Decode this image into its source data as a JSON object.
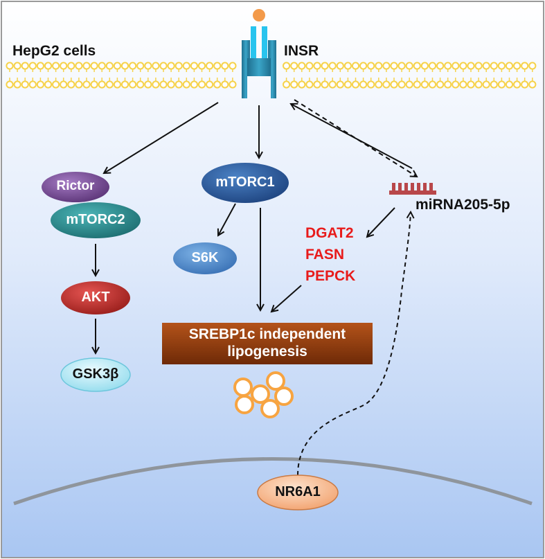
{
  "diagram": {
    "cell_label": "HepG2 cells",
    "receptor_label": "INSR",
    "nodes": {
      "rictor": "Rictor",
      "mtorc2": "mTORC2",
      "akt": "AKT",
      "gsk3b": "GSK3β",
      "mtorc1": "mTORC1",
      "s6k": "S6K",
      "mirna": "miRNA205-5p",
      "nr6a1": "NR6A1"
    },
    "lipogenic_genes": [
      "DGAT2",
      "FASN",
      "PEPCK"
    ],
    "lipogenesis_box": {
      "line1": "SREBP1c independent",
      "line2": "lipogenesis"
    }
  },
  "colors": {
    "background_top": "#ffffff",
    "background_bottom": "#a9c6f2",
    "membrane": "#f6d24a",
    "receptor": "#2e87a8",
    "receptor_inner": "#29c4ee",
    "ligand": "#f39a4a",
    "rictor": "#7b4c9a",
    "mtorc2": "#2a8f91",
    "akt": "#c0302c",
    "gsk3b": "#c4eef8",
    "mtorc1": "#2d5d9f",
    "s6k": "#4e8fd0",
    "nr6a1": "#f9c39a",
    "genes_text": "#e81b1b",
    "lipogenesis_box": "#8c3a0f",
    "lipid_droplet": "#f7a441",
    "mirna_icon": "#b8474a"
  }
}
